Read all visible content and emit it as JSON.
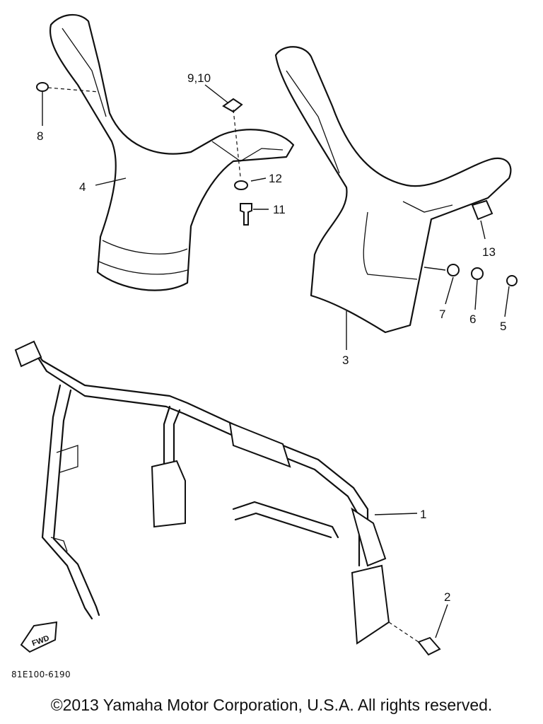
{
  "callouts": {
    "c1": "1",
    "c2": "2",
    "c3": "3",
    "c4": "4",
    "c5": "5",
    "c6": "6",
    "c7": "7",
    "c8": "8",
    "c910": "9,10",
    "c11": "11",
    "c12": "12",
    "c13": "13"
  },
  "direction_badge": "FWD",
  "diagram_code": "81E100-6190",
  "copyright": "©2013 Yamaha Motor Corporation, U.S.A. All rights reserved."
}
